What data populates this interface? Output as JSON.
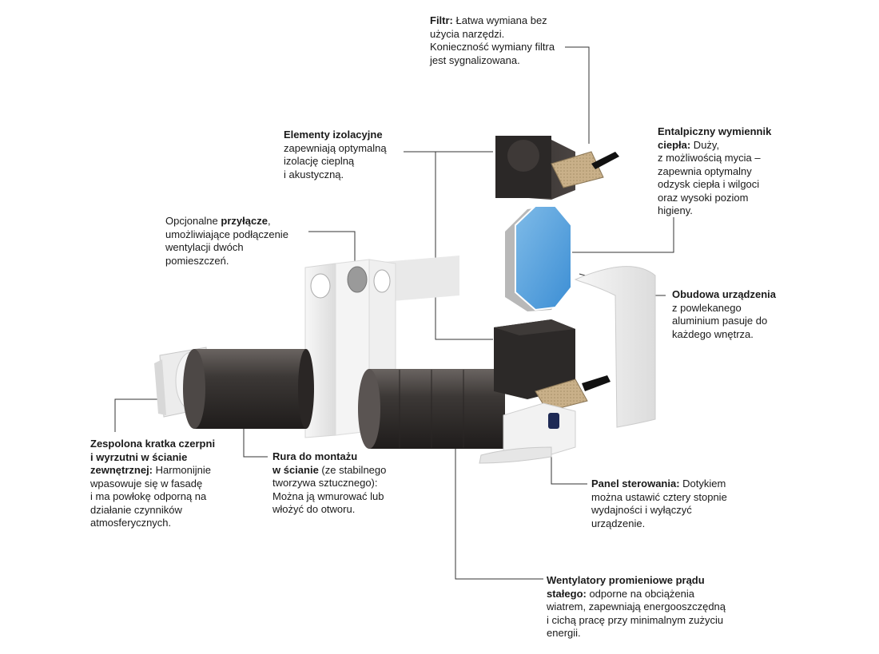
{
  "callouts": {
    "filter": {
      "head": "Filtr:",
      "body": " Łatwa wymiana bez\nużycia narzędzi.\nKonieczność wymiany filtra\njest sygnalizowana."
    },
    "insulation": {
      "head": "Elementy izolacyjne",
      "body": "\nzapewniają optymalną\nizolację cieplną\ni akustyczną."
    },
    "exchanger": {
      "head": "Entalpiczny wymiennik\nciepła:",
      "body": " Duży,\nz możliwością mycia –\nzapewnia optymalny\nodzysk ciepła i wilgoci\noraz wysoki poziom\nhigieny."
    },
    "connector": {
      "pre": "Opcjonalne ",
      "head": "przyłącze",
      "body": ",\numożliwiające podłączenie\nwentylacji dwóch\npomieszczeń."
    },
    "housing": {
      "head": "Obudowa urządzenia",
      "body": "\nz powlekanego\naluminium pasuje do\nkażdego wnętrza."
    },
    "grille": {
      "head": "Zespolona kratka czerpni\ni wyrzutni w ścianie\nzewnętrznej:",
      "body": " Harmonijnie\nwpasowuje się w fasadę\ni ma powłokę odporną na\ndziałanie czynników\natmosferycznych."
    },
    "pipe": {
      "head": "Rura do montażu\nw ścianie",
      "body": " (ze stabilnego\ntworzywa sztucznego):\nMożna ją wmurować lub\nwłożyć do otworu."
    },
    "panel": {
      "head": "Panel sterowania:",
      "body": " Dotykiem\nmożna ustawić cztery stopnie\nwydajności i wyłączyć\nurządzenie."
    },
    "fans": {
      "head": "Wentylatory promieniowe prądu\nstałego:",
      "body": " odporne na obciążenia\nwiatrem, zapewniają energooszczędną\ni cichą pracę przy minimalnym zużyciu\nenergii."
    }
  }
}
